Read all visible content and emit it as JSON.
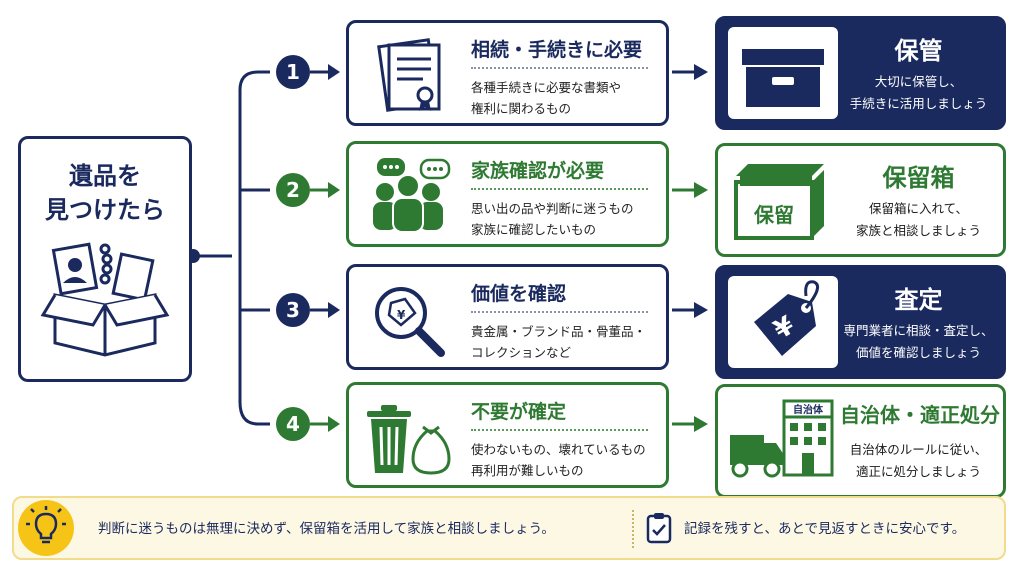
{
  "start": {
    "title": "遺品を\n見つけたら"
  },
  "steps": [
    {
      "number": "1",
      "title": "相続・手続きに必要",
      "desc": "各種手続きに必要な書類や\n権利に関わるもの",
      "result_title": "保管",
      "result_desc": "大切に保管し、\n手続きに活用しましょう"
    },
    {
      "number": "2",
      "title": "家族確認が必要",
      "desc": "思い出の品や判断に迷うもの\n家族に確認したいもの",
      "result_title": "保留箱",
      "result_desc": "保留箱に入れて、\n家族と相談しましょう",
      "result_icon_label": "保留"
    },
    {
      "number": "3",
      "title": "価値を確認",
      "desc": "貴金属・ブランド品・骨董品・\nコレクションなど",
      "result_title": "査定",
      "result_desc": "専門業者に相談・査定し、\n価値を確認しましょう"
    },
    {
      "number": "4",
      "title": "不要が確定",
      "desc": "使わないもの、壊れているもの\n再利用が難しいもの",
      "result_title": "自治体・適正処分",
      "result_desc": "自治体のルールに従い、\n適正に処分しましょう",
      "result_icon_label": "自治体"
    }
  ],
  "footer": {
    "tip1": "判断に迷うものは無理に決めず、保留箱を活用して家族と相談しましょう。",
    "tip2": "記録を残すと、あとで見返すときに安心です。"
  },
  "colors": {
    "navy": "#1b2a5e",
    "green": "#2f7a33",
    "gold": "#f6c417",
    "tip_bg": "#fdf8e4"
  },
  "icons": [
    "box-of-keepsakes-icon",
    "document-certificate-icon",
    "family-chat-icon",
    "price-tag-magnifier-icon",
    "trash-bin-bag-icon",
    "storage-box-icon",
    "hold-box-icon",
    "yen-price-tag-icon",
    "truck-building-icon",
    "lightbulb-icon",
    "clipboard-check-icon"
  ]
}
